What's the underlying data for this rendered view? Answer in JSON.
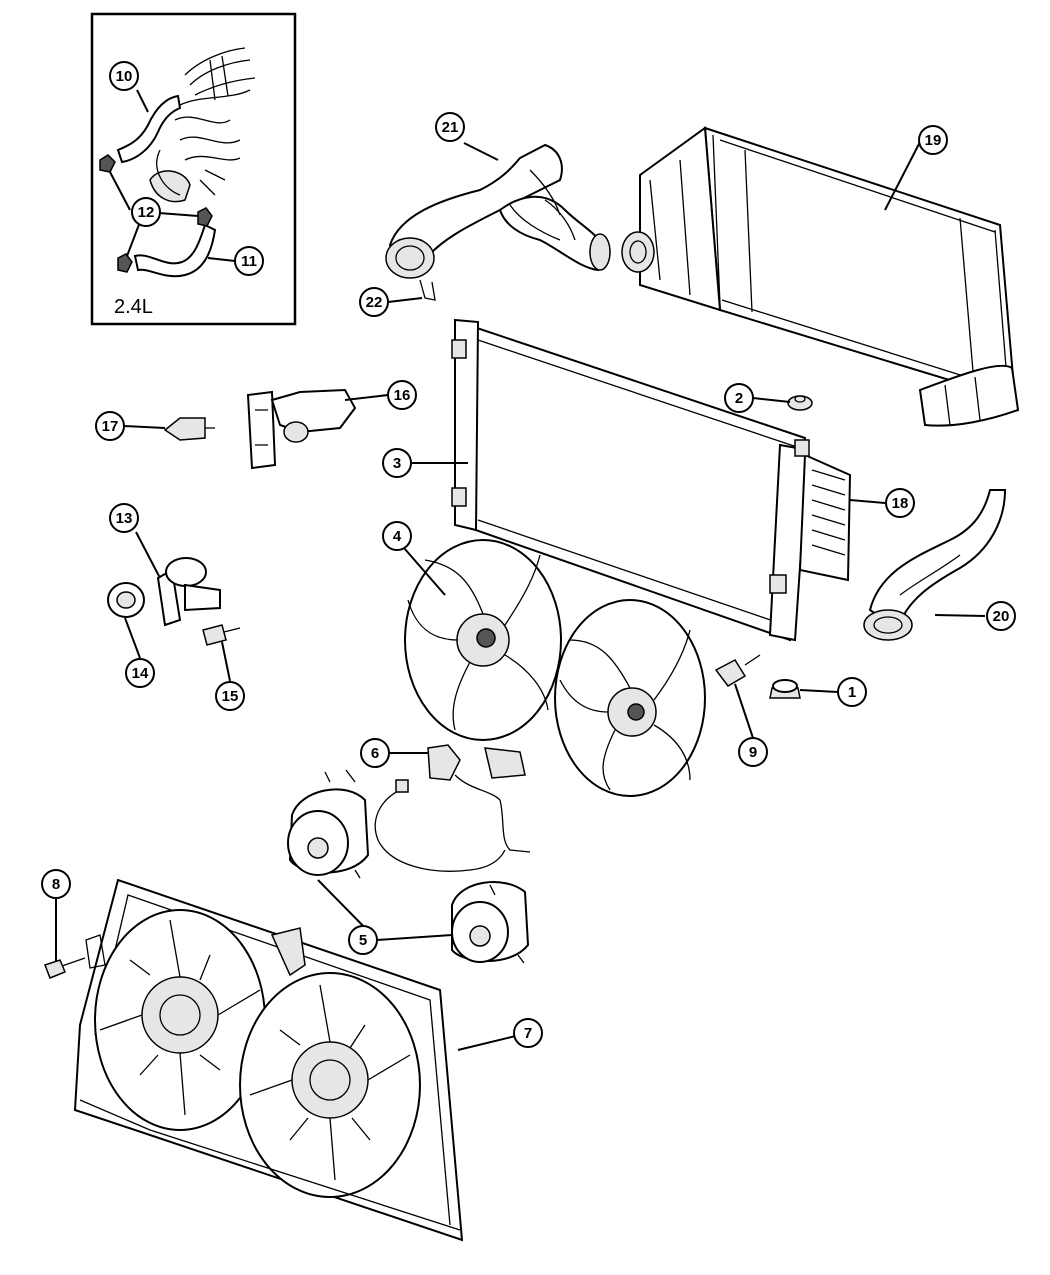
{
  "inset": {
    "label": "2.4L"
  },
  "callouts": [
    {
      "id": "c1",
      "number": "1"
    },
    {
      "id": "c2",
      "number": "2"
    },
    {
      "id": "c3",
      "number": "3"
    },
    {
      "id": "c4",
      "number": "4"
    },
    {
      "id": "c5",
      "number": "5"
    },
    {
      "id": "c6",
      "number": "6"
    },
    {
      "id": "c7",
      "number": "7"
    },
    {
      "id": "c8",
      "number": "8"
    },
    {
      "id": "c9",
      "number": "9"
    },
    {
      "id": "c10",
      "number": "10"
    },
    {
      "id": "c11",
      "number": "11"
    },
    {
      "id": "c12",
      "number": "12"
    },
    {
      "id": "c13",
      "number": "13"
    },
    {
      "id": "c14",
      "number": "14"
    },
    {
      "id": "c15",
      "number": "15"
    },
    {
      "id": "c16",
      "number": "16"
    },
    {
      "id": "c17",
      "number": "17"
    },
    {
      "id": "c18",
      "number": "18"
    },
    {
      "id": "c19",
      "number": "19"
    },
    {
      "id": "c20",
      "number": "20"
    },
    {
      "id": "c21",
      "number": "21"
    },
    {
      "id": "c22",
      "number": "22"
    }
  ]
}
